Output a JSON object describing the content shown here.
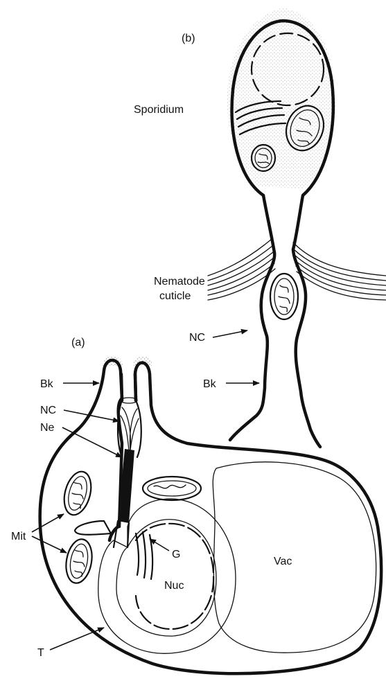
{
  "panels": {
    "b_label": "(b)",
    "a_label": "(a)"
  },
  "labels": {
    "sporidium": "Sporidium",
    "nematode_line1": "Nematode",
    "nematode_line2": "cuticle",
    "nc_b": "NC",
    "bk_b": "Bk",
    "bk_a": "Bk",
    "nc_a": "NC",
    "ne": "Ne",
    "mit": "Mit",
    "g": "G",
    "nuc": "Nuc",
    "vac": "Vac",
    "t": "T"
  }
}
